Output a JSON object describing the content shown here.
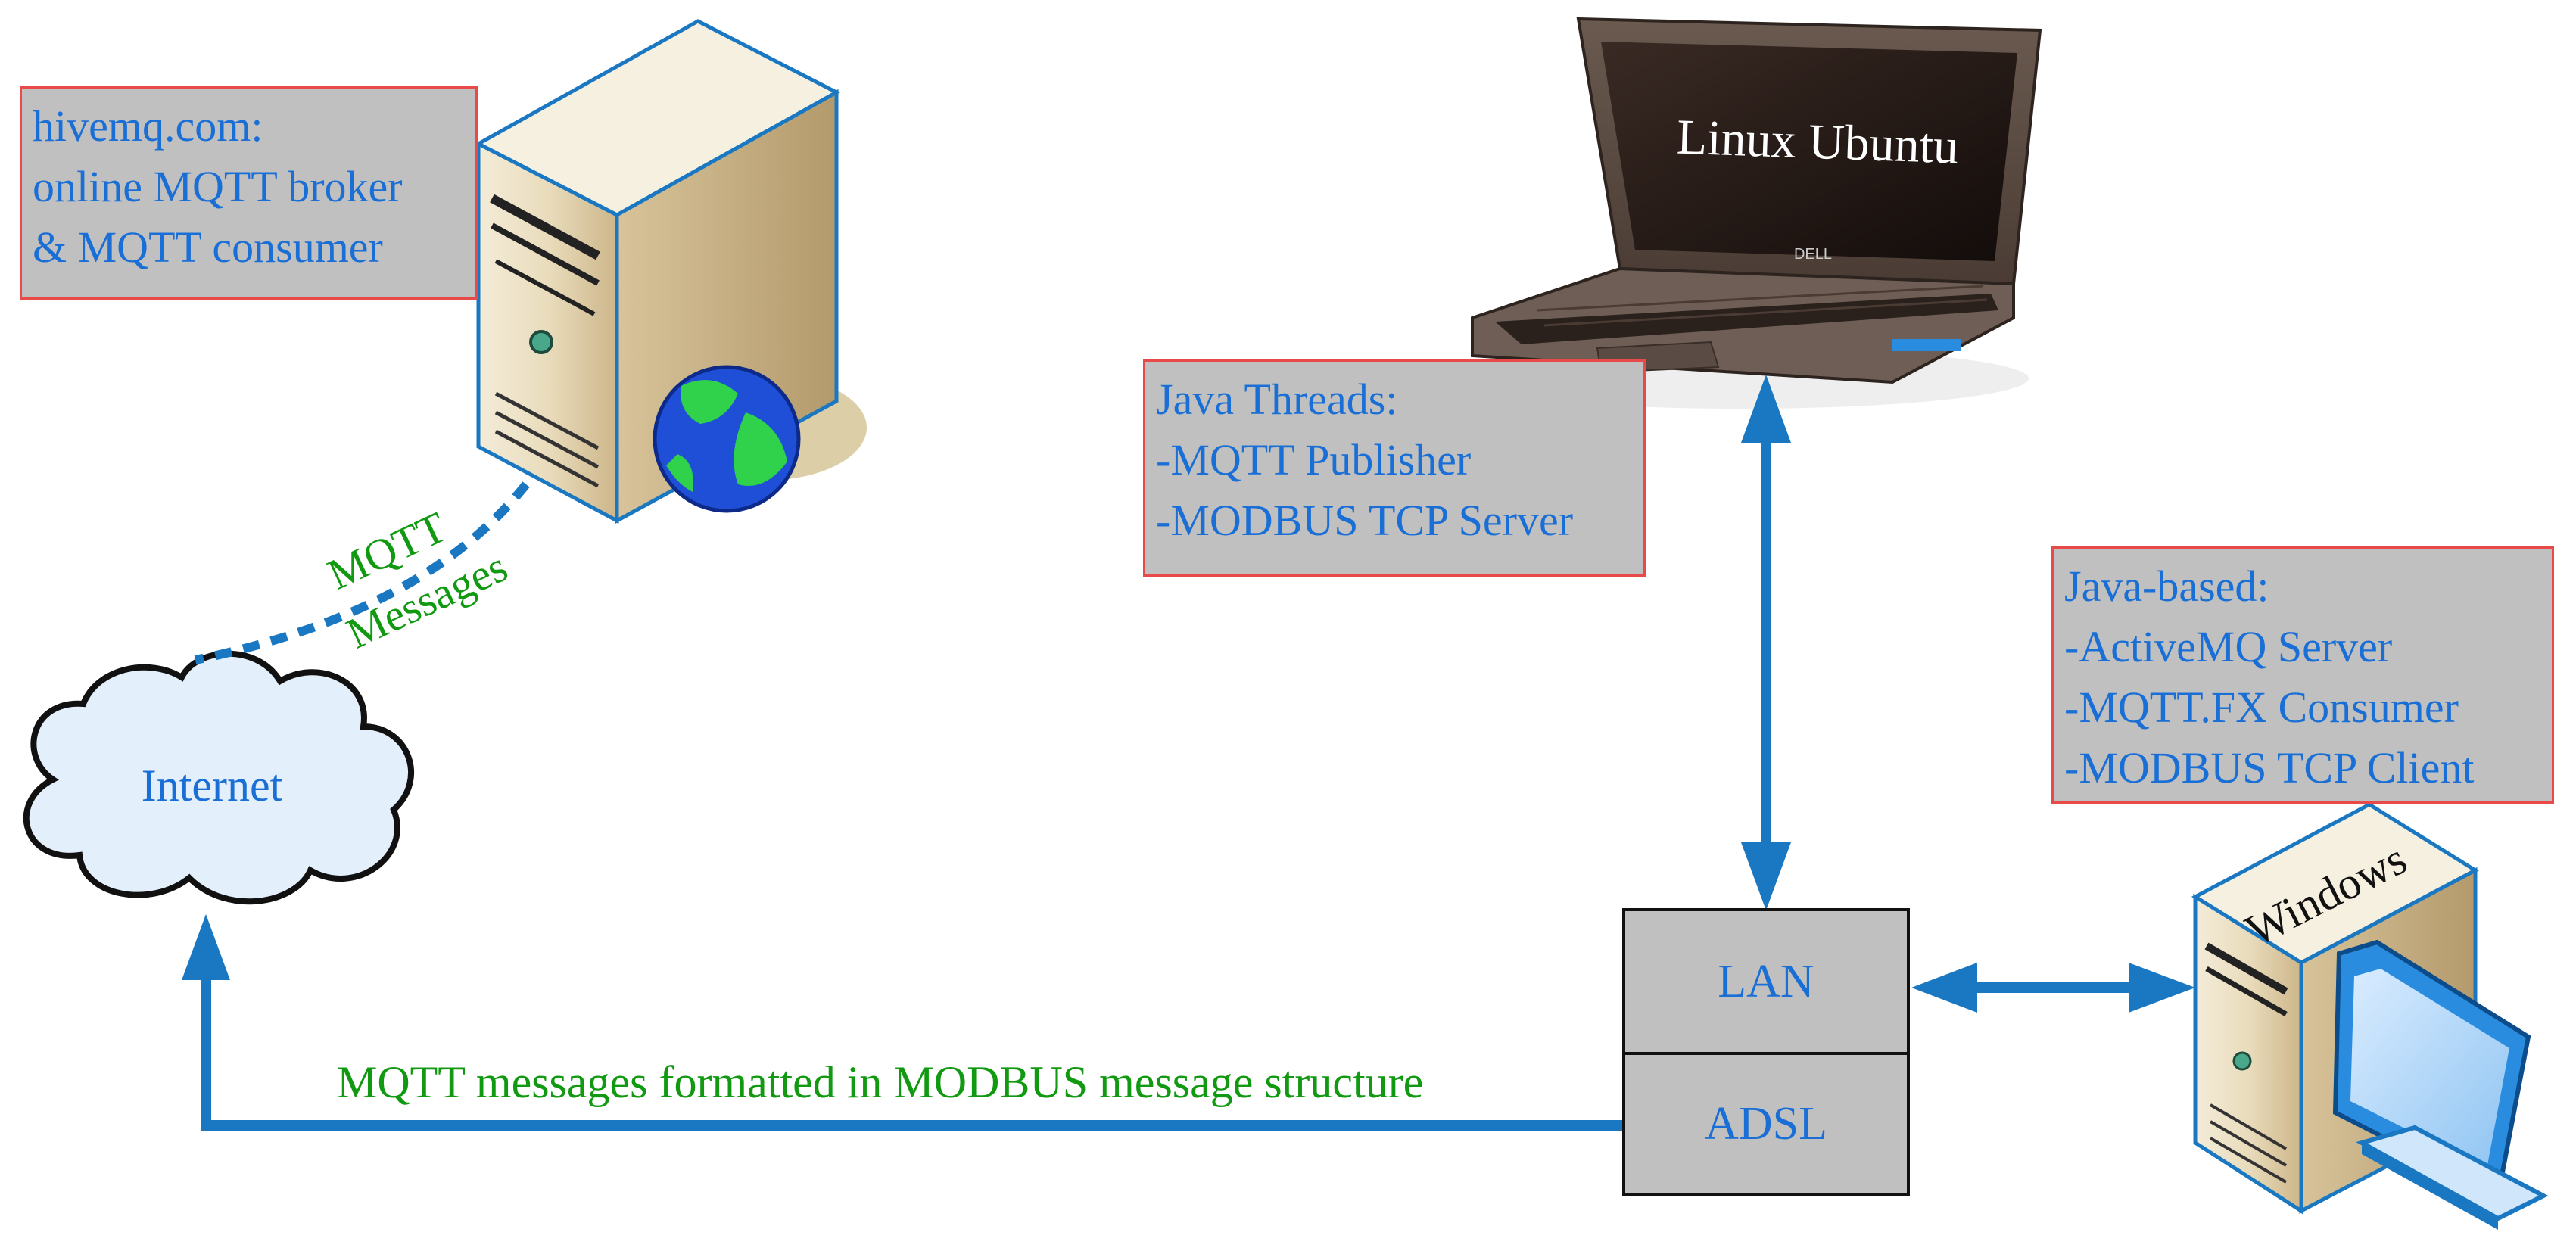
{
  "boxes": {
    "hivemq": [
      "hivemq.com:",
      "online MQTT broker",
      "& MQTT consumer"
    ],
    "java_threads": [
      "Java Threads:",
      "-MQTT Publisher",
      "-MODBUS TCP Server"
    ],
    "java_based": [
      "Java-based:",
      "-ActiveMQ Server",
      "-MQTT.FX Consumer",
      "-MODBUS TCP Client"
    ]
  },
  "labels": {
    "laptop_os": "Linux Ubuntu",
    "laptop_brand": "DELL",
    "pc_os": "Windows",
    "cloud": "Internet",
    "mqtt_line1": "MQTT",
    "mqtt_line2": "Messages",
    "bottom_link": "MQTT messages formatted in MODBUS message structure"
  },
  "network": {
    "lan": "LAN",
    "adsl": "ADSL"
  },
  "colors": {
    "arrow_blue": "#1a78c2",
    "text_blue": "#1a6fd6",
    "text_green": "#119a11",
    "box_border": "#e84a4a",
    "box_fill": "#c0c0c0",
    "cloud_fill": "#e3effa"
  }
}
